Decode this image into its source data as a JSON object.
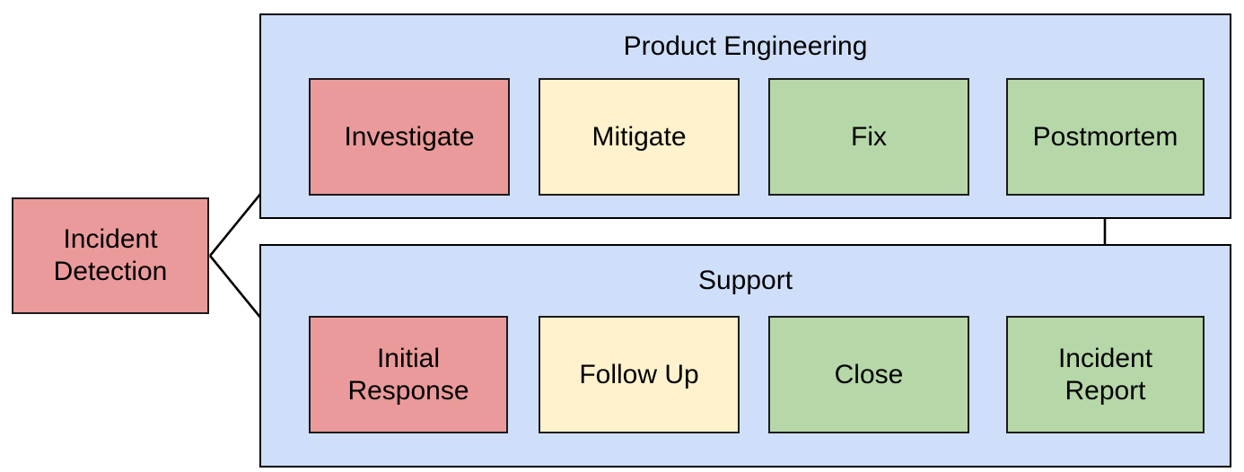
{
  "diagram": {
    "type": "flowchart",
    "title_visible": false,
    "colors": {
      "lane_fill": "#cfdffa",
      "lane_border": "#000000",
      "red_fill": "#ea9a9a",
      "yellow_fill": "#fff2cc",
      "green_fill": "#b6d7a8",
      "node_border": "#1b1b1b",
      "edge": "#000000",
      "text": "#000000"
    },
    "start_node": {
      "label": "Incident\nDetection",
      "fill": "red"
    },
    "lanes": [
      {
        "id": "product-engineering",
        "title": "Product Engineering",
        "nodes": [
          {
            "id": "investigate",
            "label": "Investigate",
            "fill": "red"
          },
          {
            "id": "mitigate",
            "label": "Mitigate",
            "fill": "yellow"
          },
          {
            "id": "fix",
            "label": "Fix",
            "fill": "green"
          },
          {
            "id": "postmortem",
            "label": "Postmortem",
            "fill": "green"
          }
        ]
      },
      {
        "id": "support",
        "title": "Support",
        "nodes": [
          {
            "id": "initial-response",
            "label": "Initial\nResponse",
            "fill": "red"
          },
          {
            "id": "follow-up",
            "label": "Follow Up",
            "fill": "yellow"
          },
          {
            "id": "close",
            "label": "Close",
            "fill": "green"
          },
          {
            "id": "incident-report",
            "label": "Incident\nReport",
            "fill": "green"
          }
        ]
      }
    ],
    "edges": [
      {
        "from": "Incident Detection",
        "to": "Investigate",
        "style": "diagonal-arrow"
      },
      {
        "from": "Incident Detection",
        "to": "Initial Response",
        "style": "diagonal-arrow"
      },
      {
        "from": "Investigate",
        "to": "Mitigate",
        "style": "straight-arrow"
      },
      {
        "from": "Mitigate",
        "to": "Fix",
        "style": "straight-arrow"
      },
      {
        "from": "Fix",
        "to": "Postmortem",
        "style": "straight-arrow"
      },
      {
        "from": "Initial Response",
        "to": "Follow Up",
        "style": "straight-arrow"
      },
      {
        "from": "Follow Up",
        "to": "Close",
        "style": "straight-arrow"
      },
      {
        "from": "Close",
        "to": "Incident Report",
        "style": "straight-arrow"
      },
      {
        "from": "Postmortem",
        "to": "Incident Report",
        "style": "vertical-arrow"
      }
    ]
  }
}
